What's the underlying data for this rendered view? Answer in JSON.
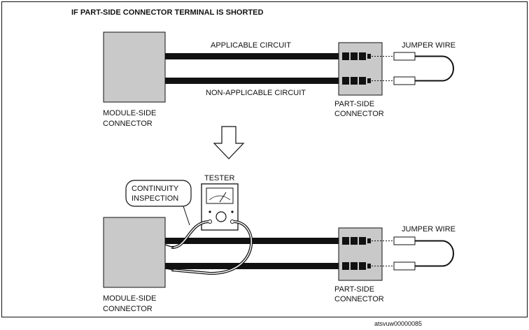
{
  "title": "IF PART-SIDE CONNECTOR TERMINAL IS SHORTED",
  "labels": {
    "applicable_circuit": "APPLICABLE CIRCUIT",
    "non_applicable_circuit": "NON-APPLICABLE CIRCUIT",
    "jumper_wire": "JUMPER WIRE",
    "module_side_connector": [
      "MODULE-SIDE",
      "CONNECTOR"
    ],
    "part_side_connector": [
      "PART-SIDE",
      "CONNECTOR"
    ],
    "tester": "TESTER",
    "continuity_inspection": [
      "CONTINUITY",
      "INSPECTION"
    ]
  },
  "footer_code": "atsvuw00000085",
  "colors": {
    "connector_fill": "#c9c9c9",
    "line": "#111111",
    "background": "#ffffff"
  },
  "icons": {
    "arrow": "down-arrow-icon",
    "meter": "tester-meter-icon"
  }
}
